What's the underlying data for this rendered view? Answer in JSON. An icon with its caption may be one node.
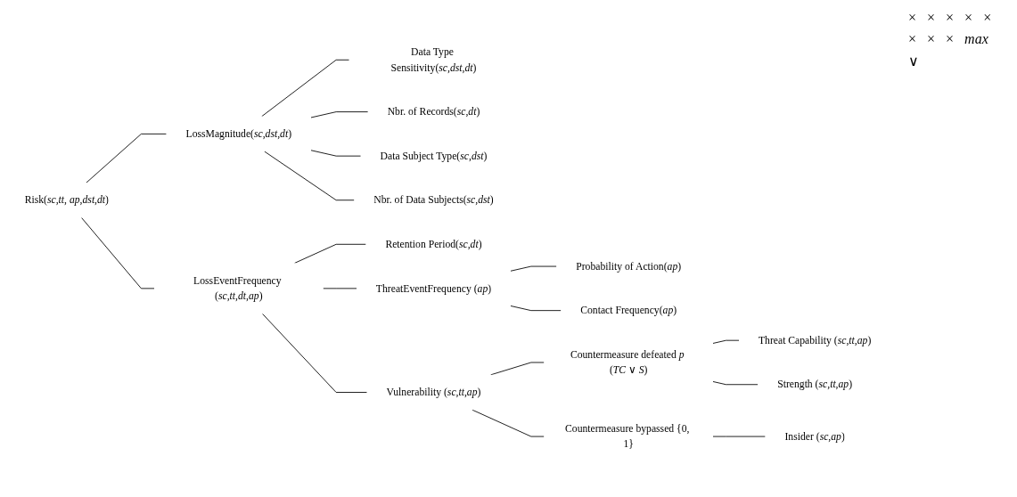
{
  "diagram": {
    "nodes": [
      {
        "text": [
          "Risk(*sc*,*tt*, *ap*,*dst*,*dt*)"
        ]
      },
      {
        "text": [
          "LossMagnitude(*sc*,*dst*,*dt*)"
        ]
      },
      {
        "text": [
          "Data Type Sensitivity(*sc*,*dst*,*dt*)"
        ]
      },
      {
        "text": [
          "Nbr. of Records(*sc*,*dt*)"
        ]
      },
      {
        "text": [
          "Data Subject Type(*sc*,*dst*)"
        ]
      },
      {
        "text": [
          "Nbr. of Data Subjects(*sc*,*dst*)"
        ]
      },
      {
        "text": [
          "LossEventFrequency (*sc*,*tt*,*dt*,*ap*)"
        ]
      },
      {
        "text": [
          "Retention Period(*sc*,*dt*)"
        ]
      },
      {
        "text": [
          "ThreatEventFrequency (*ap*)"
        ]
      },
      {
        "text": [
          "Probability of Action(*ap*)"
        ]
      },
      {
        "text": [
          "Contact Frequency(*ap*)"
        ]
      },
      {
        "text": [
          "Vulnerability (*sc*,*tt*,*ap*)"
        ]
      },
      {
        "text": [
          "Countermeasure defeated *p* (*TC* ∨ *S*)"
        ]
      },
      {
        "text": [
          "Threat Capability (*sc*,*tt*,*ap*)"
        ]
      },
      {
        "text": [
          "Strength (*sc*,*tt*,*ap*)"
        ]
      },
      {
        "text": [
          "Countermeasure bypassed {0, 1}"
        ]
      },
      {
        "text": [
          "Insider (*sc*,*ap*)"
        ]
      }
    ],
    "edges": [
      {
        "from": 0,
        "to": 1,
        "arrow": "none"
      },
      {
        "from": 0,
        "to": 6,
        "arrow": "none"
      },
      {
        "from": 1,
        "to": 2,
        "arrow": "none"
      },
      {
        "from": 1,
        "to": 3,
        "arrow": "none"
      },
      {
        "from": 1,
        "to": 4,
        "arrow": "none"
      },
      {
        "from": 1,
        "to": 5,
        "arrow": "none"
      },
      {
        "from": 6,
        "to": 7,
        "arrow": "none"
      },
      {
        "from": 6,
        "to": 8,
        "arrow": "none"
      },
      {
        "from": 6,
        "to": 11,
        "arrow": "none"
      },
      {
        "from": 8,
        "to": 9,
        "arrow": "none"
      },
      {
        "from": 8,
        "to": 10,
        "arrow": "none"
      },
      {
        "from": 11,
        "to": 12,
        "arrow": "none"
      },
      {
        "from": 11,
        "to": 15,
        "arrow": "none"
      },
      {
        "from": 12,
        "to": 13,
        "arrow": "none"
      },
      {
        "from": 12,
        "to": 14,
        "arrow": "none"
      },
      {
        "from": 15,
        "to": 16,
        "arrow": "none"
      }
    ],
    "labels": [
      "×",
      "×",
      "×",
      "×",
      "×",
      "×",
      "×",
      "×",
      "*max*",
      "∨"
    ]
  }
}
